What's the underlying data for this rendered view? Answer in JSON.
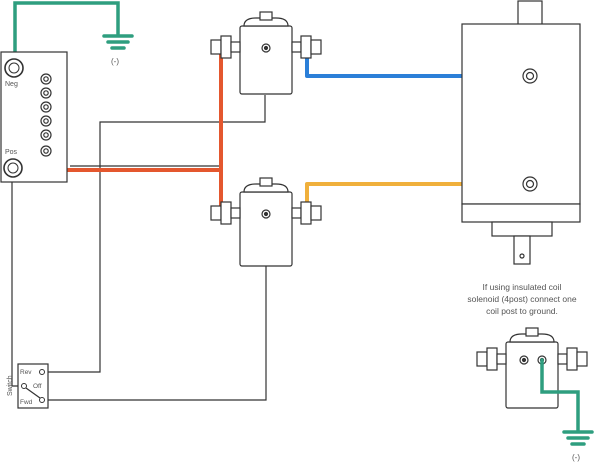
{
  "battery": {
    "neg_label": "Neg",
    "pos_label": "Pos"
  },
  "ground_labels": {
    "top": "(-)",
    "bottom": "(-)"
  },
  "note": {
    "line1": "If using insulated coil",
    "line2": "solenoid (4post) connect one",
    "line3": "coil post to ground."
  },
  "switch": {
    "side_label": "Switch",
    "rev_label": "Rev",
    "off_label": "Off",
    "fwd_label": "Fwd"
  },
  "colors": {
    "red": "#e4572e",
    "blue": "#2b7fd8",
    "amber": "#f0b03c",
    "green": "#2e9e7f",
    "line": "#333333"
  }
}
